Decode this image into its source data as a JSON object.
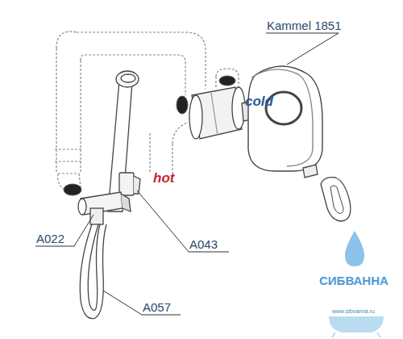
{
  "diagram": {
    "labels": [
      "Kammel 1851",
      "cold",
      "hot",
      "A022",
      "A043",
      "A057",
      "СИБВАННА",
      "www.sibvanna.ru"
    ]
  }
}
